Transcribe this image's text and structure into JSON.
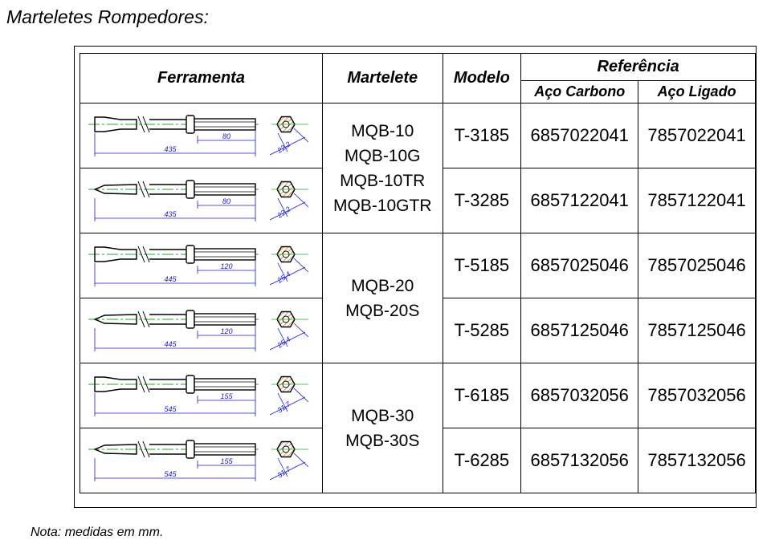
{
  "title": "Marteletes Rompedores:",
  "note": "Nota: medidas em mm.",
  "headers": {
    "ferramenta": "Ferramenta",
    "martelete": "Martelete",
    "modelo": "Modelo",
    "referencia": "Referência",
    "aco_carbono": "Aço Carbono",
    "aco_ligado": "Aço Ligado"
  },
  "groups": [
    {
      "marteletes": [
        "MQB-10",
        "MQB-10G",
        "MQB-10TR",
        "MQB-10GTR"
      ]
    },
    {
      "marteletes": [
        "MQB-20",
        "MQB-20S"
      ]
    },
    {
      "marteletes": [
        "MQB-30",
        "MQB-30S"
      ]
    }
  ],
  "rows": [
    {
      "tip": "chisel",
      "length": "435",
      "shank": "80",
      "hex": "22,2",
      "modelo": "T-3185",
      "aco_carbono": "6857022041",
      "aco_ligado": "7857022041"
    },
    {
      "tip": "point",
      "length": "435",
      "shank": "80",
      "hex": "22,2",
      "modelo": "T-3285",
      "aco_carbono": "6857122041",
      "aco_ligado": "7857122041"
    },
    {
      "tip": "chisel",
      "length": "445",
      "shank": "120",
      "hex": "25,4",
      "modelo": "T-5185",
      "aco_carbono": "6857025046",
      "aco_ligado": "7857025046"
    },
    {
      "tip": "point",
      "length": "445",
      "shank": "120",
      "hex": "25,4",
      "modelo": "T-5285",
      "aco_carbono": "6857125046",
      "aco_ligado": "7857125046"
    },
    {
      "tip": "chisel",
      "length": "545",
      "shank": "155",
      "hex": "31,7",
      "modelo": "T-6185",
      "aco_carbono": "6857032056",
      "aco_ligado": "7857032056"
    },
    {
      "tip": "point",
      "length": "545",
      "shank": "155",
      "hex": "31,7",
      "modelo": "T-6285",
      "aco_carbono": "6857132056",
      "aco_ligado": "7857132056"
    }
  ],
  "colors": {
    "dimension": "#1a1acc",
    "centerline": "#22aa22",
    "hatch": "#c05a00",
    "outline": "#000000"
  }
}
